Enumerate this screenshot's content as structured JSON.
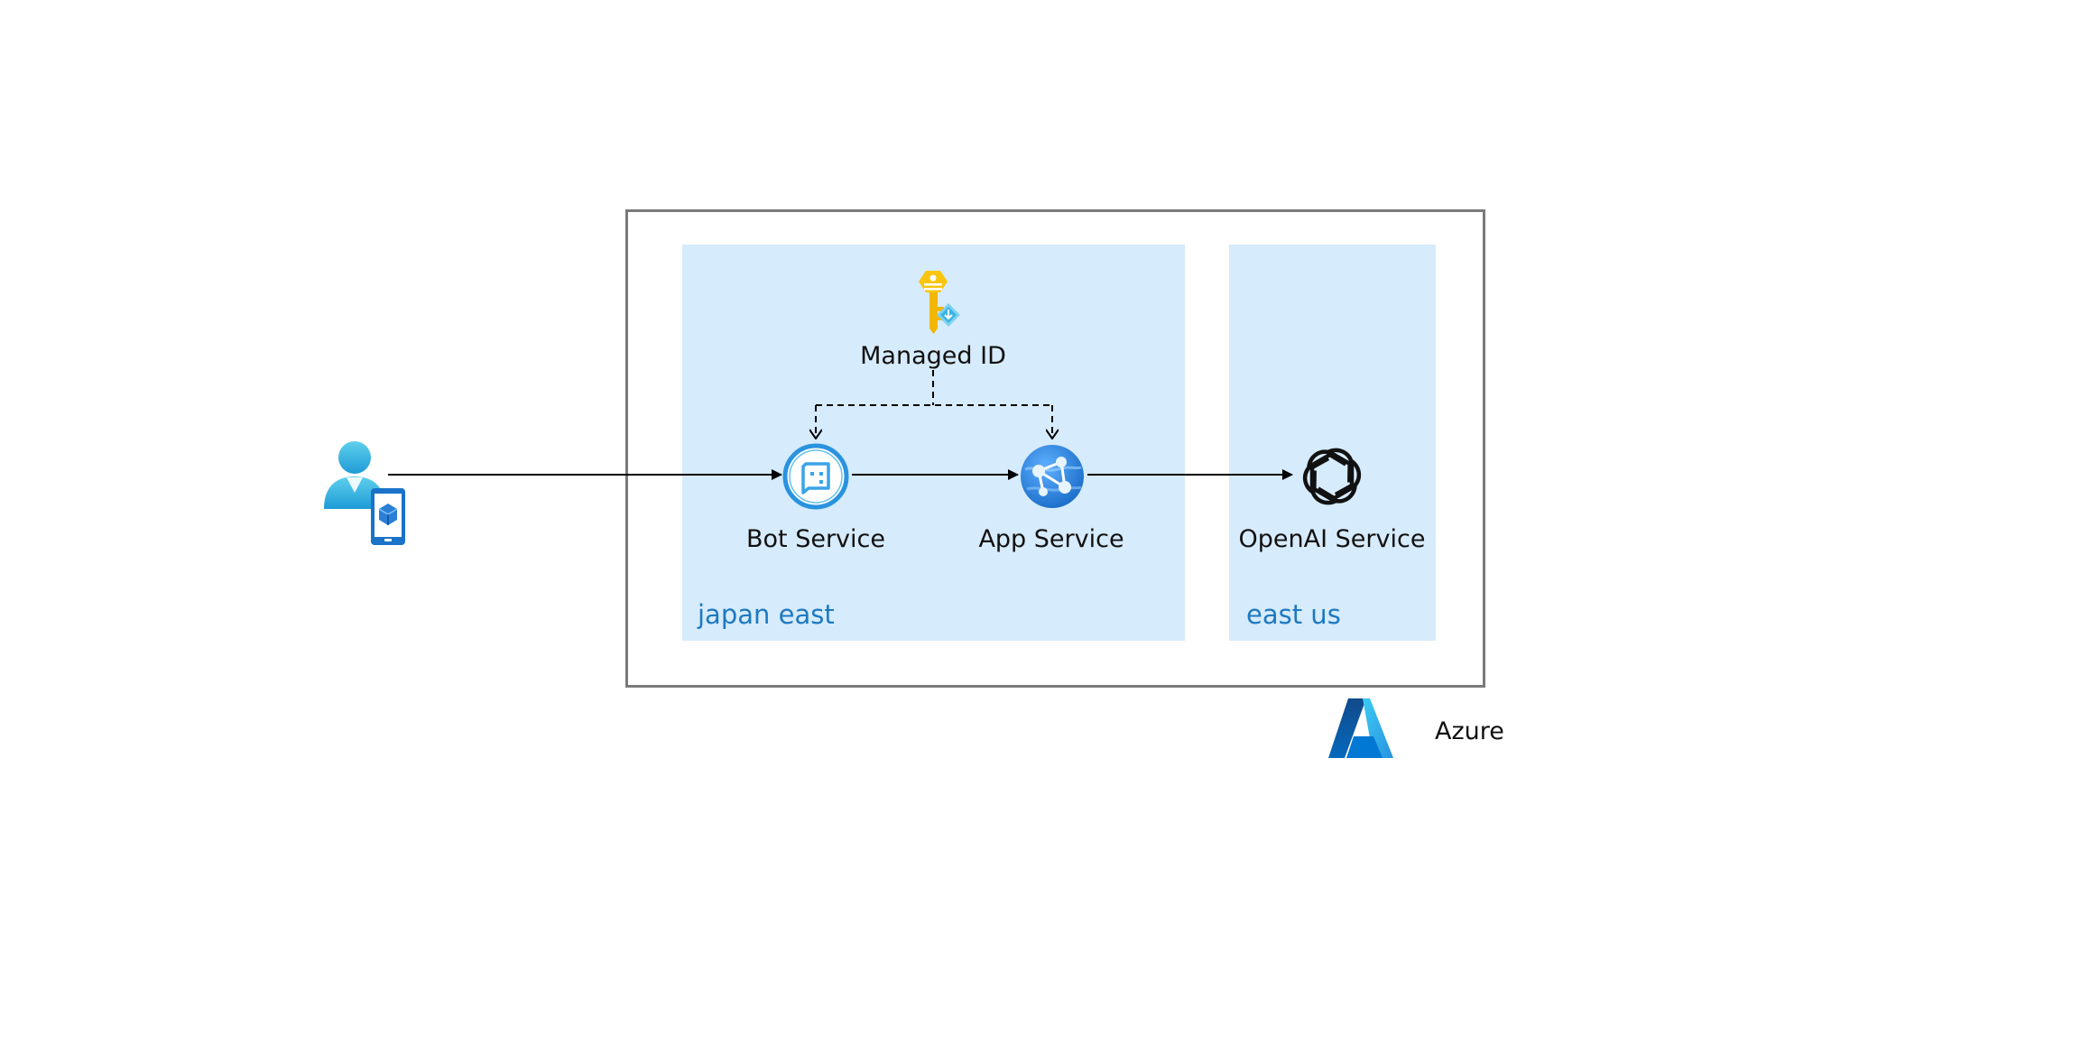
{
  "diagram": {
    "nodes": {
      "user": {
        "icon": "user-mobile-icon"
      },
      "managed_id": {
        "label": "Managed ID",
        "icon": "managed-identity-key-icon"
      },
      "bot_service": {
        "label": "Bot Service",
        "icon": "bot-service-icon"
      },
      "app_service": {
        "label": "App Service",
        "icon": "app-service-globe-icon"
      },
      "openai_service": {
        "label": "OpenAI Service",
        "icon": "openai-logo-icon"
      }
    },
    "regions": {
      "japan_east": {
        "label": "japan east"
      },
      "east_us": {
        "label": "east us"
      }
    },
    "cloud": {
      "label": "Azure",
      "icon": "azure-logo-icon"
    },
    "edges": [
      {
        "from": "user",
        "to": "bot_service",
        "style": "solid"
      },
      {
        "from": "bot_service",
        "to": "app_service",
        "style": "solid"
      },
      {
        "from": "app_service",
        "to": "openai_service",
        "style": "solid"
      },
      {
        "from": "managed_id",
        "to": "bot_service",
        "style": "dashed"
      },
      {
        "from": "managed_id",
        "to": "app_service",
        "style": "dashed"
      }
    ],
    "colors": {
      "region_fill": "#d6ebfb",
      "region_text": "#1d79c1",
      "border": "#7a7a7a",
      "azure_blue": "#0078d4"
    }
  }
}
